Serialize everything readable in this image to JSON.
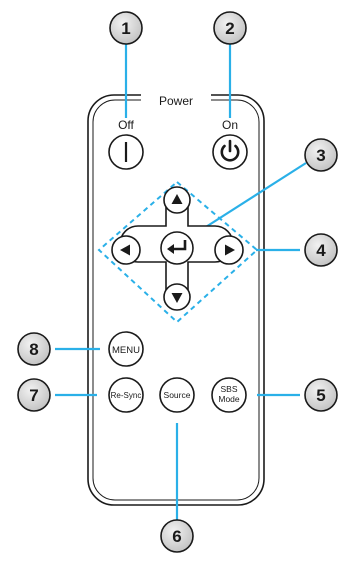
{
  "remote": {
    "power_label": "Power",
    "off_label": "Off",
    "on_label": "On",
    "menu_label": "MENU",
    "resync_label": "Re-Sync",
    "source_label": "Source",
    "sbs_line1": "SBS",
    "sbs_line2": "Mode"
  },
  "callouts": {
    "c1": "1",
    "c2": "2",
    "c3": "3",
    "c4": "4",
    "c5": "5",
    "c6": "6",
    "c7": "7",
    "c8": "8"
  },
  "colors": {
    "callout_line": "#2ab0e8",
    "dashed_outline": "#2ab0e8",
    "callout_fill": "#d9d9d9",
    "remote_outline": "#1a1a1a"
  }
}
